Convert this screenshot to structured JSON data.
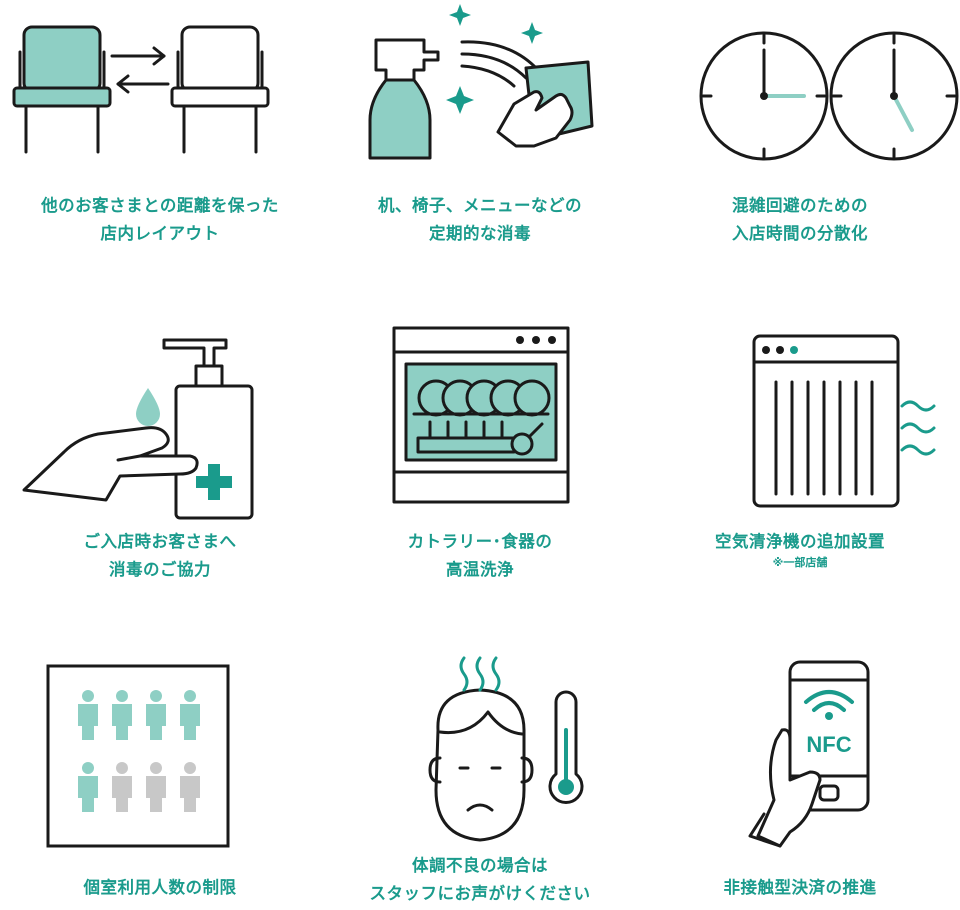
{
  "colors": {
    "teal": "#1a9b8c",
    "teal_fill": "#8ecfc4",
    "line": "#1a1a1a",
    "gray": "#c8c8c8"
  },
  "items": [
    {
      "icon": "chair-distance-icon",
      "lines": [
        "他のお客さまとの距離を保った",
        "店内レイアウト"
      ]
    },
    {
      "icon": "spray-wipe-icon",
      "lines": [
        "机、椅子、メニューなどの",
        "定期的な消毒"
      ]
    },
    {
      "icon": "two-clocks-icon",
      "lines": [
        "混雑回避のための",
        "入店時間の分散化"
      ]
    },
    {
      "icon": "hand-sanitizer-icon",
      "lines": [
        "ご入店時お客さまへ",
        "消毒のご協力"
      ]
    },
    {
      "icon": "dishwasher-icon",
      "lines": [
        "カトラリー･食器の",
        "高温洗浄"
      ]
    },
    {
      "icon": "air-purifier-icon",
      "lines": [
        "空気清浄機の追加設置"
      ],
      "note": "※一部店舗"
    },
    {
      "icon": "room-capacity-icon",
      "lines": [
        "個室利用人数の制限"
      ]
    },
    {
      "icon": "sick-person-icon",
      "lines": [
        "体調不良の場合は",
        "スタッフにお声がけください"
      ]
    },
    {
      "icon": "nfc-phone-icon",
      "lines": [
        "非接触型決済の推進"
      ],
      "nfc_label": "NFC"
    }
  ]
}
